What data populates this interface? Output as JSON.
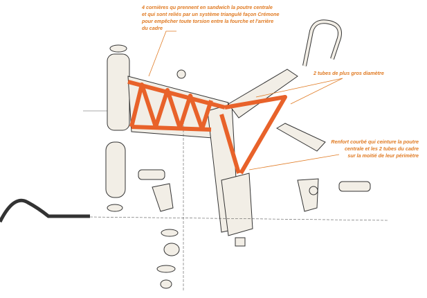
{
  "annotations": {
    "cornieres": [
      "4 cornières qu prennent en sandwich la poutre centrale",
      "et qui sont reliés par un système triangulé façon Crémone",
      "pour empêcher toute torsion entre la fourche et l'arrière",
      "du cadre"
    ],
    "tubes": [
      "2 tubes de plus gros diamètre"
    ],
    "renfort": [
      "Renfort courbé qui ceinture la poutre",
      "centrale et les 2 tubes du cadre",
      "sur la moitié de leur périmètre"
    ]
  },
  "colors": {
    "accent": "#e8622a",
    "note": "#e07a22",
    "line": "#333333",
    "part": "#f2eee6"
  }
}
